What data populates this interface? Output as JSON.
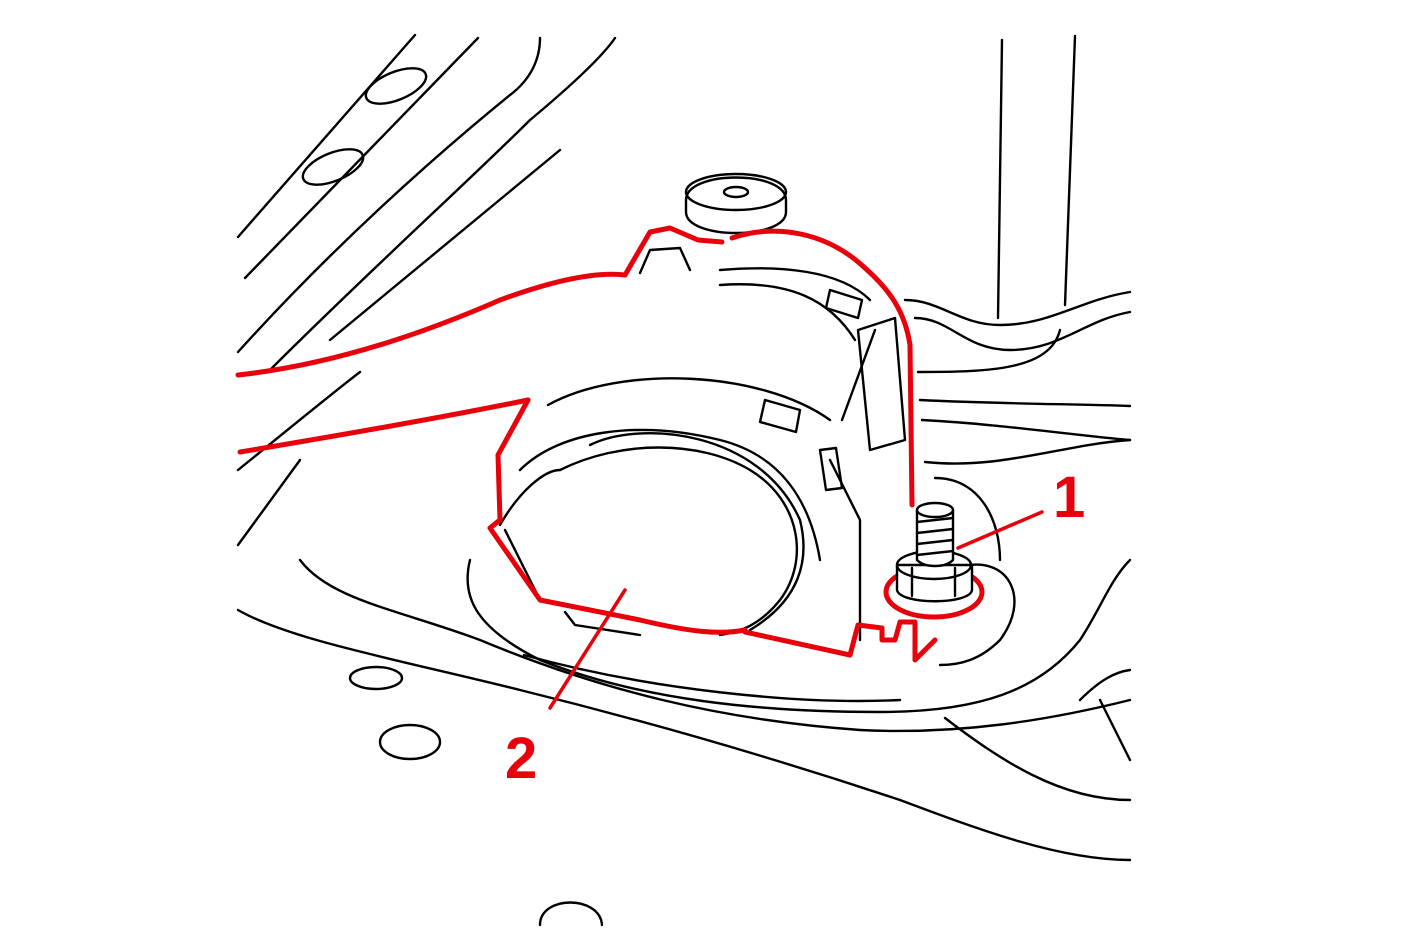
{
  "diagram": {
    "accent_color": "#e8000b",
    "callouts": [
      {
        "id": "1",
        "label": "1"
      },
      {
        "id": "2",
        "label": "2"
      }
    ]
  }
}
